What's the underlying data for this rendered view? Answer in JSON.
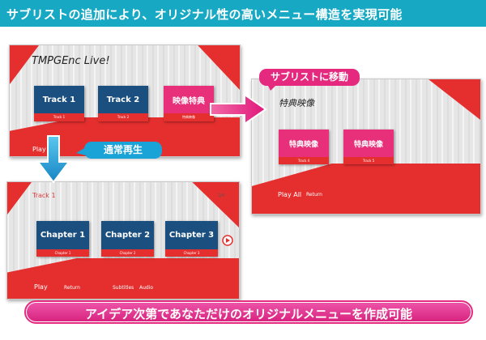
{
  "header": {
    "title": "サブリストの追加により、オリジナル性の高いメニュー構造を実現可能"
  },
  "top_menu": {
    "title": "TMPGEnc Live!",
    "items": [
      {
        "label": "Track 1",
        "caption": "Track 1"
      },
      {
        "label": "Track 2",
        "caption": "Track 2"
      },
      {
        "label": "映像特典",
        "caption": "特典映像"
      }
    ],
    "play_label": "Play"
  },
  "sub_menu": {
    "title": "特典映像",
    "items": [
      {
        "label": "特典映像",
        "caption": "Track 4"
      },
      {
        "label": "特典映像",
        "caption": "Track 5"
      }
    ],
    "play_all_label": "Play All",
    "return_label": "Return"
  },
  "chapter_menu": {
    "title": "Track 1",
    "page_indicator": "1/4",
    "items": [
      {
        "label": "Chapter 1",
        "caption": "Chapter 1"
      },
      {
        "label": "Chapter 2",
        "caption": "Chapter 2"
      },
      {
        "label": "Chapter 3",
        "caption": "Chapter 3"
      }
    ],
    "play_label": "Play",
    "return_label": "Return",
    "subtitles_label": "Subtitles",
    "audio_label": "Audio"
  },
  "callouts": {
    "sublist_move": "サブリストに移動",
    "normal_play": "通常再生"
  },
  "footer": {
    "text": "アイデア次第であなただけのオリジナルメニューを作成可能"
  },
  "colors": {
    "header": "#17a9c4",
    "menu_red": "#e52f2f",
    "navy": "#1b4f7f",
    "pink": "#e8307a",
    "callout_blue": "#19a3d6",
    "callout_pink": "#e5297f"
  },
  "icons": [
    "arrow-right-icon",
    "arrow-down-icon",
    "next-page-icon"
  ]
}
